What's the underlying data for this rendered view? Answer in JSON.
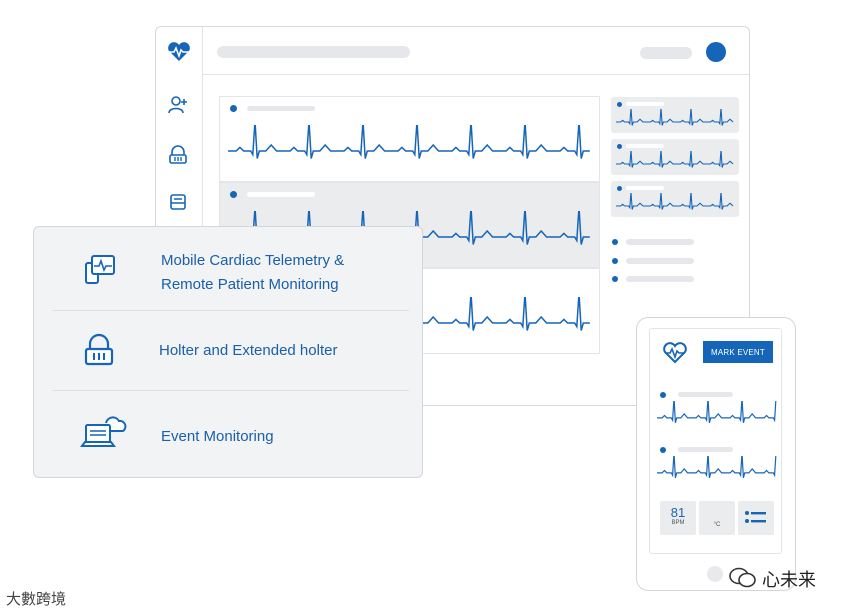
{
  "card": {
    "items": [
      {
        "label_line1": "Mobile Cardiac Telemetry &",
        "label_line2": "Remote Patient Monitoring",
        "icon": "mobile-ecg-icon"
      },
      {
        "label": "Holter and Extended holter",
        "icon": "holter-device-icon"
      },
      {
        "label": "Event Monitoring",
        "icon": "laptop-cloud-icon"
      }
    ]
  },
  "phone": {
    "mark_event_label": "MARK EVENT",
    "heart_rate_value": "81",
    "heart_rate_unit": "BPM",
    "temperature_unit": "°C"
  },
  "watermark": {
    "left": "大數跨境",
    "right": "心未来"
  },
  "colors": {
    "accent": "#1565b8",
    "placeholder": "#e6e7ea",
    "card_bg": "#f2f3f5"
  }
}
